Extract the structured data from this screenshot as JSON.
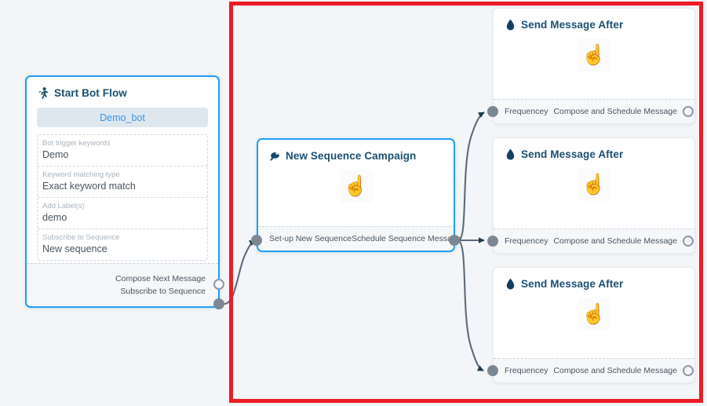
{
  "canvas": {
    "background_color": "#f4f5f8",
    "highlight_color": "#ed1c24",
    "accent_color": "#1e9ff2",
    "edge_color": "#5d6a78",
    "port_color": "#7c8794",
    "cursor_glyph": "☝"
  },
  "start_node": {
    "title": "Start Bot Flow",
    "icon": "running-person-icon",
    "bot_pill": "Demo_bot",
    "fields": [
      {
        "label": "Bot trigger keywords",
        "value": "Demo"
      },
      {
        "label": "Keyword matching type",
        "value": "Exact keyword match"
      },
      {
        "label": "Add Label(s)",
        "value": "demo"
      },
      {
        "label": "Subscribe to Sequence",
        "value": "New sequence"
      }
    ],
    "ports": [
      {
        "label": "Compose Next Message",
        "style": "hollow"
      },
      {
        "label": "Subscribe to Sequence",
        "style": "filled"
      }
    ]
  },
  "sequence_node": {
    "title": "New Sequence Campaign",
    "icon": "megaphone-icon",
    "input_port_label": "Set-up New Sequence",
    "output_port_label": "Schedule Sequence Message"
  },
  "send_nodes": [
    {
      "title": "Send Message After",
      "icon": "water-drop-icon",
      "input_port_label": "Frequencey",
      "output_port_label": "Compose and Schedule Message"
    },
    {
      "title": "Send Message After",
      "icon": "water-drop-icon",
      "input_port_label": "Frequencey",
      "output_port_label": "Compose and Schedule Message"
    },
    {
      "title": "Send Message After",
      "icon": "water-drop-icon",
      "input_port_label": "Frequencey",
      "output_port_label": "Compose and Schedule Message"
    }
  ]
}
